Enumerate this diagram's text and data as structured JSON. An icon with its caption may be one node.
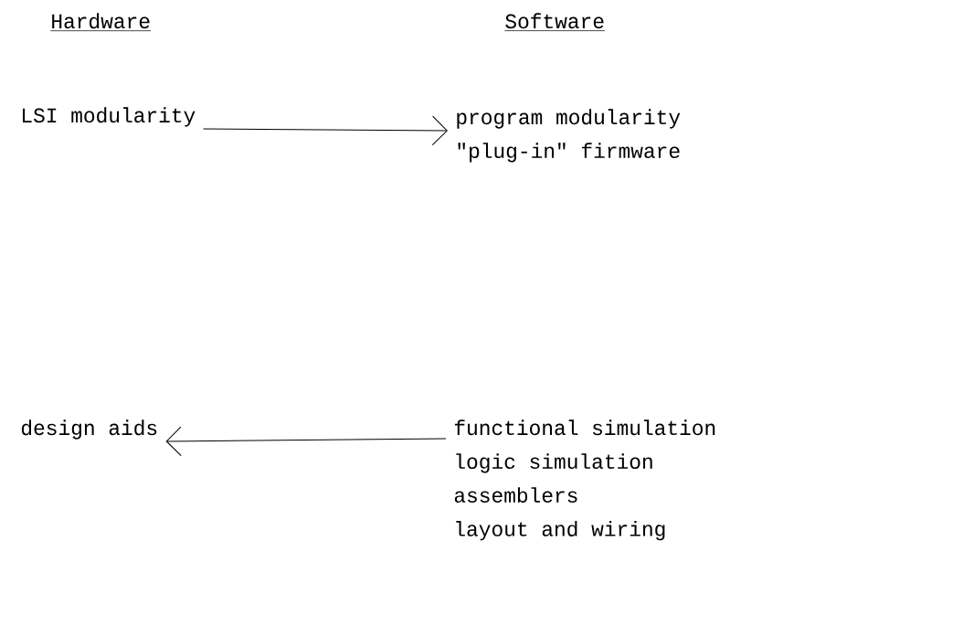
{
  "diagram": {
    "nodes": [
      {
        "text": [
          "LSI modularity"
        ]
      },
      {
        "text": [
          "program modularity",
          "\"plug-in\" firmware"
        ]
      },
      {
        "text": [
          "design aids"
        ]
      },
      {
        "text": [
          "functional simulation",
          "logic simulation",
          "assemblers",
          "layout and wiring"
        ]
      }
    ],
    "edges": [
      {
        "from": 0,
        "to": 1,
        "arrow": "to"
      },
      {
        "from": 3,
        "to": 2,
        "arrow": "to"
      }
    ],
    "labels": [
      "Hardware",
      "Software"
    ]
  }
}
